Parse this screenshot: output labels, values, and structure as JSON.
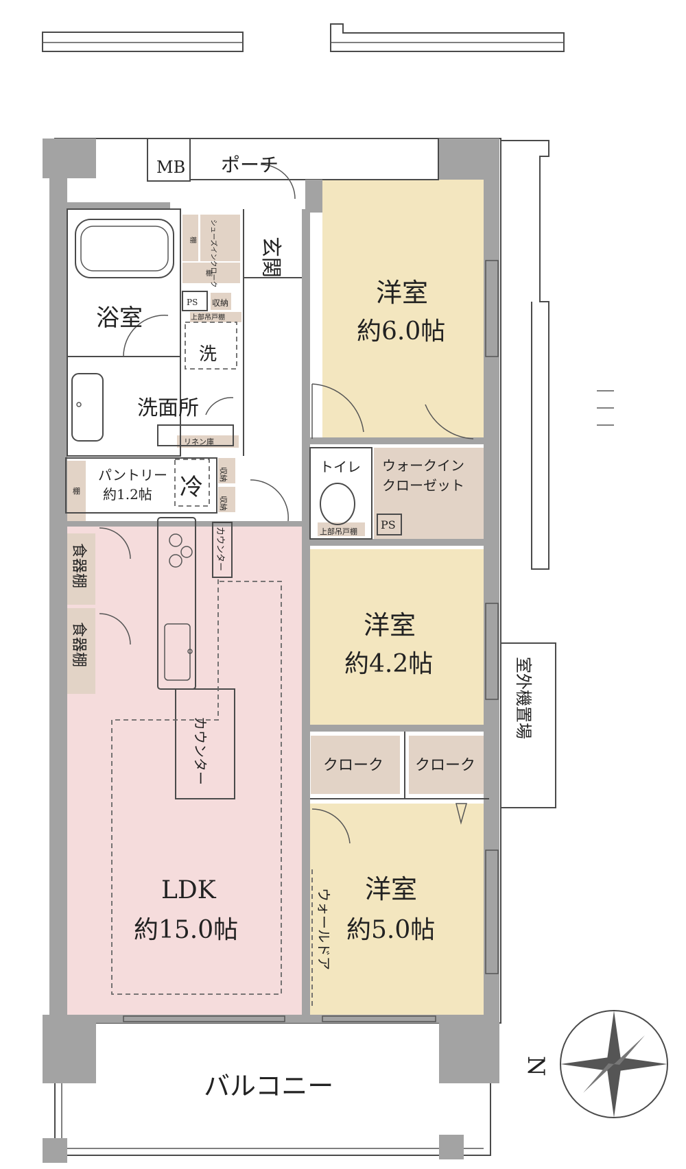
{
  "rooms": {
    "porch": "ポーチ",
    "mb": "MB",
    "shoes_in_cloak": "シューズインクローク",
    "shelf": "棚",
    "entrance": "玄関",
    "ps": "PS",
    "storage": "収納",
    "bath": "浴室",
    "upper_hanging": "上部吊戸棚",
    "laundry": "洗",
    "washroom": "洗面所",
    "linen": "リネン庫",
    "pantry": "パントリー",
    "pantry_size": "約1.2帖",
    "fridge": "冷",
    "toilet": "トイレ",
    "walk_in_closet": "ウォークイン",
    "walk_in_closet_2": "クローゼット",
    "counter": "カウンター",
    "dish_shelf": "食器棚",
    "western": "洋室",
    "room1_size": "約6.0帖",
    "room2_size": "約4.2帖",
    "room3_size": "約5.0帖",
    "cloak": "クローク",
    "outdoor_unit": "室外機置場",
    "wall_door": "ウォールドア",
    "ldk": "LDK",
    "ldk_size": "約15.0帖",
    "balcony": "バルコニー",
    "north": "N"
  },
  "colors": {
    "wall": "#a3a3a3",
    "ldk_fill": "#f5dcdc",
    "western_fill": "#f3e6bf",
    "storage_fill": "#e2d3c6",
    "line": "#4a4a4a"
  }
}
